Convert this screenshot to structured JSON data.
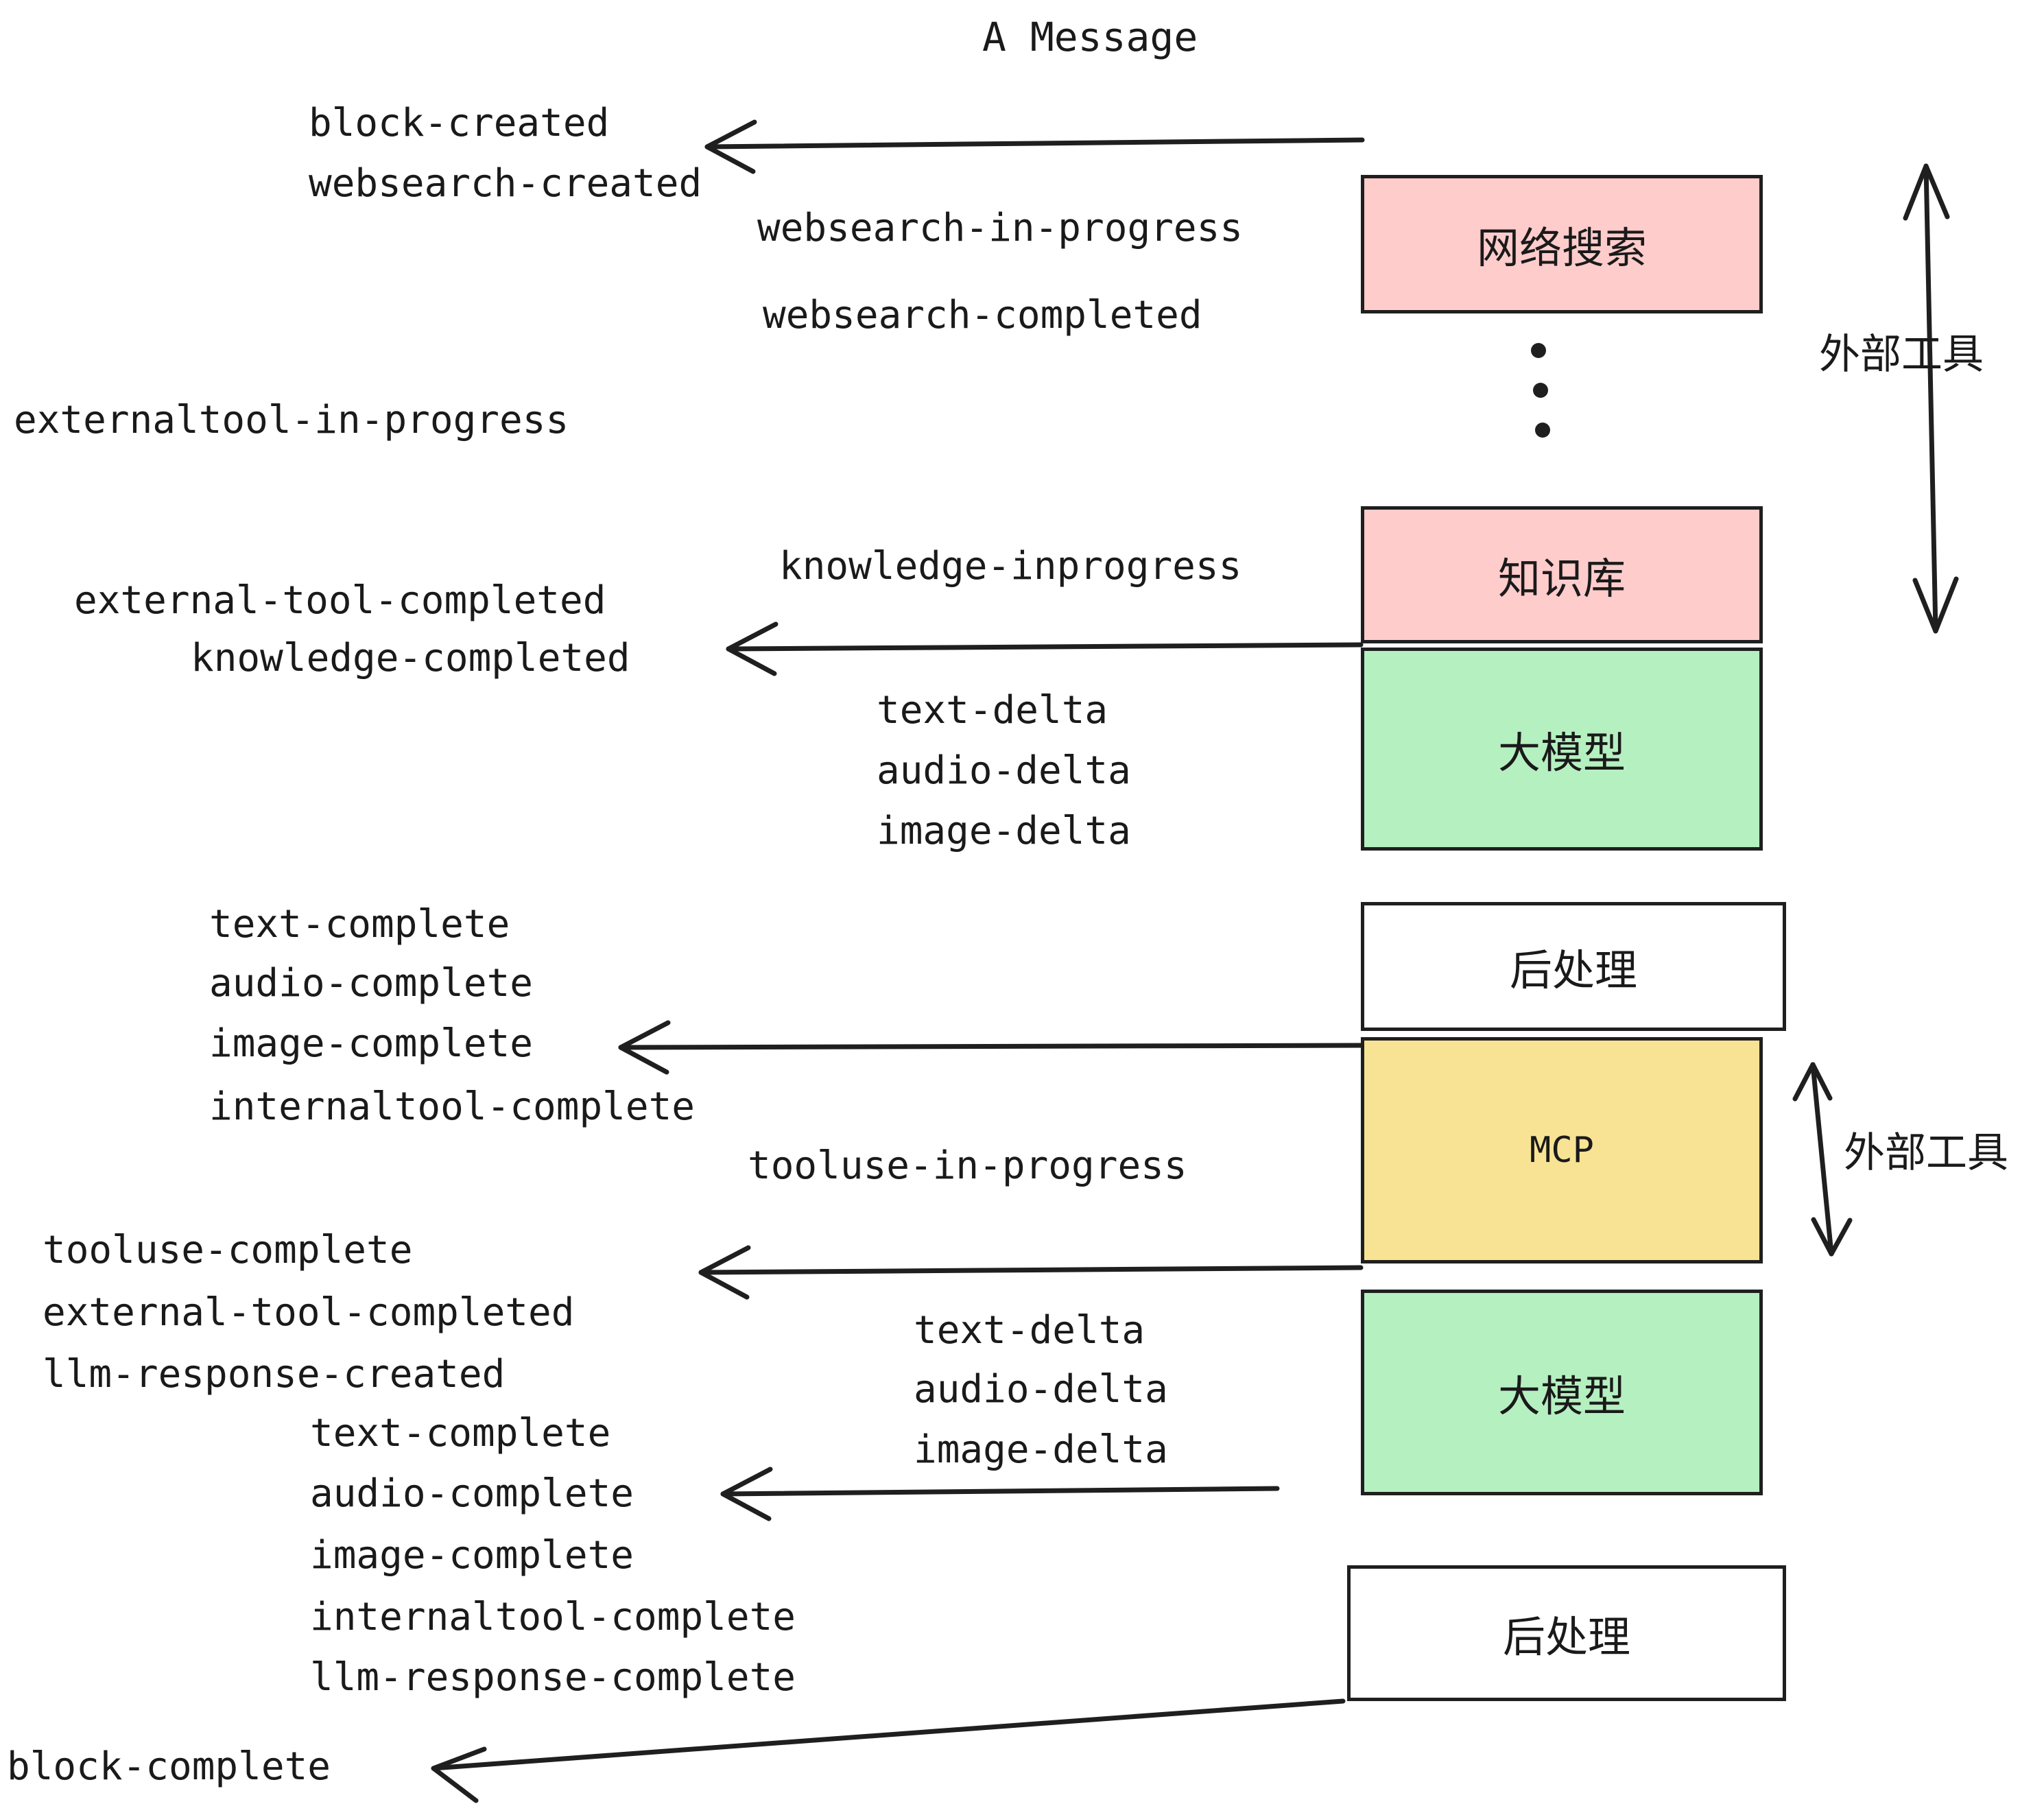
{
  "diagram": {
    "title": "A Message",
    "boxes": [
      {
        "id": "websearch",
        "label": "网络搜索",
        "color": "#ffcccc",
        "script": "cn"
      },
      {
        "id": "knowledge",
        "label": "知识库",
        "color": "#ffcccc",
        "script": "cn"
      },
      {
        "id": "llm-top",
        "label": "大模型",
        "color": "#b5f0c0",
        "script": "cn"
      },
      {
        "id": "postprocess-top",
        "label": "后处理",
        "color": "#ffffff",
        "script": "cn"
      },
      {
        "id": "mcp",
        "label": "MCP",
        "color": "#f8e394",
        "script": "latin"
      },
      {
        "id": "llm-bottom",
        "label": "大模型",
        "color": "#b5f0c0",
        "script": "cn"
      },
      {
        "id": "postprocess-bottom",
        "label": "后处理",
        "color": "#ffffff",
        "script": "cn"
      }
    ],
    "side_labels": [
      {
        "id": "external-tool-top",
        "text": "外部工具"
      },
      {
        "id": "external-tool-bottom",
        "text": "外部工具"
      }
    ],
    "events": [
      {
        "id": "block-created",
        "text": "block-created"
      },
      {
        "id": "websearch-created",
        "text": "websearch-created"
      },
      {
        "id": "websearch-in-progress",
        "text": "websearch-in-progress"
      },
      {
        "id": "websearch-completed",
        "text": "websearch-completed"
      },
      {
        "id": "externaltool-in-progress",
        "text": "externaltool-in-progress"
      },
      {
        "id": "knowledge-inprogress",
        "text": "knowledge-inprogress"
      },
      {
        "id": "external-tool-completed-1",
        "text": "external-tool-completed"
      },
      {
        "id": "knowledge-completed",
        "text": "knowledge-completed"
      },
      {
        "id": "text-delta-1",
        "text": "text-delta"
      },
      {
        "id": "audio-delta-1",
        "text": "audio-delta"
      },
      {
        "id": "image-delta-1",
        "text": "image-delta"
      },
      {
        "id": "text-complete-1",
        "text": "text-complete"
      },
      {
        "id": "audio-complete-1",
        "text": "audio-complete"
      },
      {
        "id": "image-complete-1",
        "text": "image-complete"
      },
      {
        "id": "internaltool-complete-1",
        "text": "internaltool-complete"
      },
      {
        "id": "tooluse-in-progress",
        "text": "tooluse-in-progress"
      },
      {
        "id": "tooluse-complete",
        "text": "tooluse-complete"
      },
      {
        "id": "external-tool-completed-2",
        "text": "external-tool-completed"
      },
      {
        "id": "llm-response-created",
        "text": "llm-response-created"
      },
      {
        "id": "text-delta-2",
        "text": "text-delta"
      },
      {
        "id": "audio-delta-2",
        "text": "audio-delta"
      },
      {
        "id": "image-delta-2",
        "text": "image-delta"
      },
      {
        "id": "text-complete-2",
        "text": "text-complete"
      },
      {
        "id": "audio-complete-2",
        "text": "audio-complete"
      },
      {
        "id": "image-complete-2",
        "text": "image-complete"
      },
      {
        "id": "internaltool-complete-2",
        "text": "internaltool-complete"
      },
      {
        "id": "llm-response-complete",
        "text": "llm-response-complete"
      },
      {
        "id": "block-complete",
        "text": "block-complete"
      }
    ],
    "colors": {
      "pink": "#ffcccc",
      "green": "#b5f0c0",
      "yellow": "#f8e394",
      "white": "#ffffff",
      "stroke": "#1f1f1f",
      "text": "#1a1a1a"
    }
  }
}
